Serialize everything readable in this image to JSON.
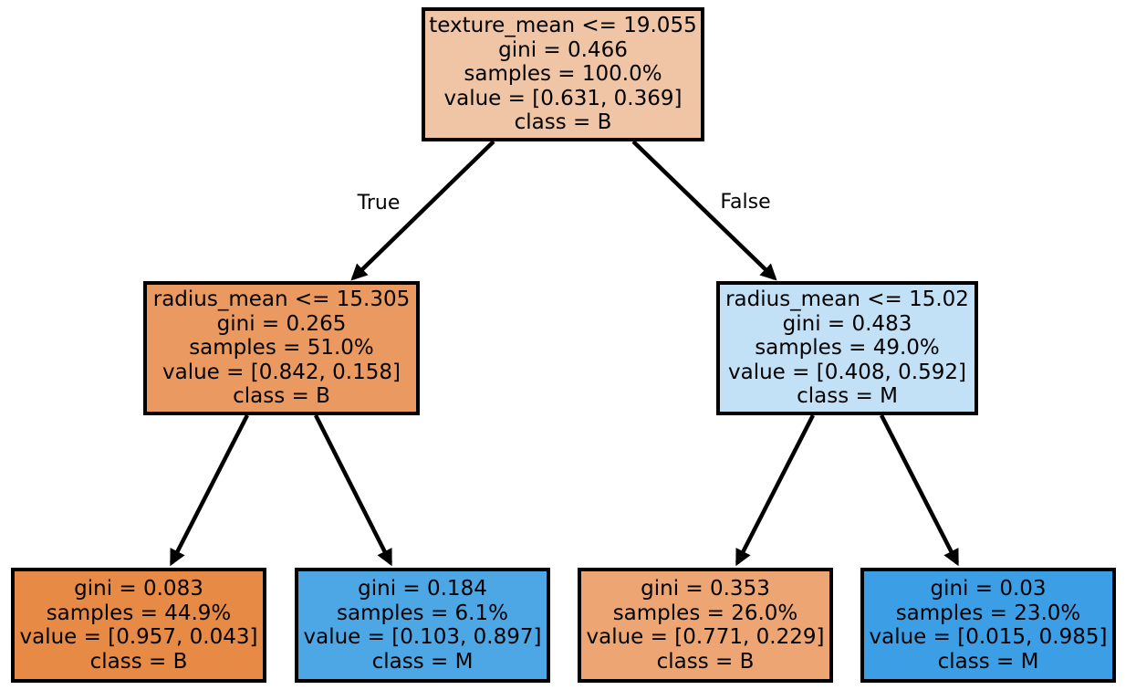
{
  "figure": {
    "type": "decision-tree-plot",
    "background": "#ffffff",
    "text_color": "#000000",
    "edge_color": "#000000",
    "node_border_color": "#000000",
    "class_base_colors": {
      "B": "#e58139",
      "M": "#399de5"
    }
  },
  "edge_labels": {
    "left": "True",
    "right": "False"
  },
  "nodes": {
    "root": {
      "fill": "#f0c5a5",
      "condition": "texture_mean <= 19.055",
      "gini": "gini = 0.466",
      "samples": "samples = 100.0%",
      "value": "value = [0.631, 0.369]",
      "class_label": "class = B"
    },
    "left": {
      "fill": "#ea9a61",
      "condition": "radius_mean <= 15.305",
      "gini": "gini = 0.265",
      "samples": "samples = 51.0%",
      "value": "value = [0.842, 0.158]",
      "class_label": "class = B"
    },
    "right": {
      "fill": "#c2e1f6",
      "condition": "radius_mean <= 15.02",
      "gini": "gini = 0.483",
      "samples": "samples = 49.0%",
      "value": "value = [0.408, 0.592]",
      "class_label": "class = M"
    },
    "leaf1": {
      "fill": "#e78a45",
      "gini": "gini = 0.083",
      "samples": "samples = 44.9%",
      "value": "value = [0.957, 0.043]",
      "class_label": "class = B"
    },
    "leaf2": {
      "fill": "#4da7e4",
      "gini": "gini = 0.184",
      "samples": "samples = 6.1%",
      "value": "value = [0.103, 0.897]",
      "class_label": "class = M"
    },
    "leaf3": {
      "fill": "#eda673",
      "gini": "gini = 0.353",
      "samples": "samples = 26.0%",
      "value": "value = [0.771, 0.229]",
      "class_label": "class = B"
    },
    "leaf4": {
      "fill": "#3c9fe5",
      "gini": "gini = 0.03",
      "samples": "samples = 23.0%",
      "value": "value = [0.015, 0.985]",
      "class_label": "class = M"
    }
  }
}
